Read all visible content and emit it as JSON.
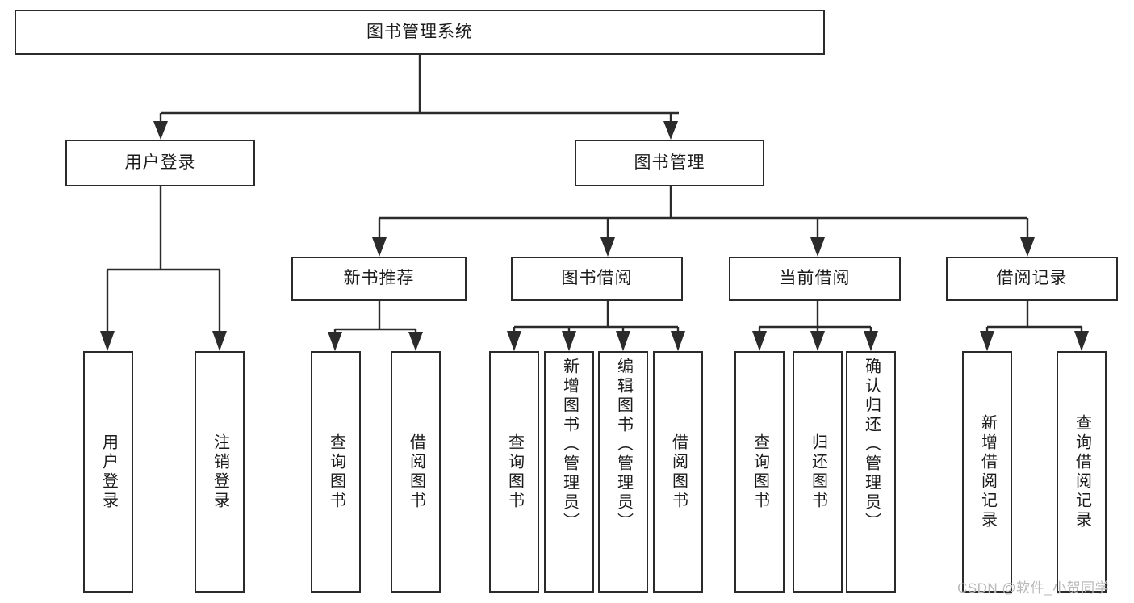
{
  "diagram": {
    "type": "tree-hierarchy",
    "title": "图书管理系统",
    "root": {
      "id": "root",
      "label": "图书管理系统"
    },
    "level1": [
      {
        "id": "user-login",
        "label": "用户登录"
      },
      {
        "id": "book-manage",
        "label": "图书管理"
      }
    ],
    "level2": [
      {
        "id": "new-book-rec",
        "label": "新书推荐"
      },
      {
        "id": "book-borrow",
        "label": "图书借阅"
      },
      {
        "id": "current-borrow",
        "label": "当前借阅"
      },
      {
        "id": "borrow-record",
        "label": "借阅记录"
      }
    ],
    "leaves": {
      "user_login": [
        {
          "id": "leaf-user-login",
          "label": "用户登录"
        },
        {
          "id": "leaf-logout",
          "label": "注销登录"
        }
      ],
      "new_book_rec": [
        {
          "id": "leaf-query-book-1",
          "label": "查询图书"
        },
        {
          "id": "leaf-borrow-book-1",
          "label": "借阅图书"
        }
      ],
      "book_borrow": [
        {
          "id": "leaf-query-book-2",
          "label": "查询图书"
        },
        {
          "id": "leaf-add-book",
          "label": "新增图书（管理员）"
        },
        {
          "id": "leaf-edit-book",
          "label": "编辑图书（管理员）"
        },
        {
          "id": "leaf-borrow-book-2",
          "label": "借阅图书"
        }
      ],
      "current_borrow": [
        {
          "id": "leaf-query-book-3",
          "label": "查询图书"
        },
        {
          "id": "leaf-return-book",
          "label": "归还图书"
        },
        {
          "id": "leaf-confirm-return",
          "label": "确认归还（管理员）"
        }
      ],
      "borrow_record": [
        {
          "id": "leaf-add-record",
          "label": "新增借阅记录"
        },
        {
          "id": "leaf-query-record",
          "label": "查询借阅记录"
        }
      ]
    }
  },
  "watermark": {
    "text": "CSDN @软件_小贺同学"
  },
  "colors": {
    "stroke": "#2b2b2b",
    "text": "#1b1b1b",
    "background": "#ffffff",
    "watermark": "#b9b9b9"
  }
}
